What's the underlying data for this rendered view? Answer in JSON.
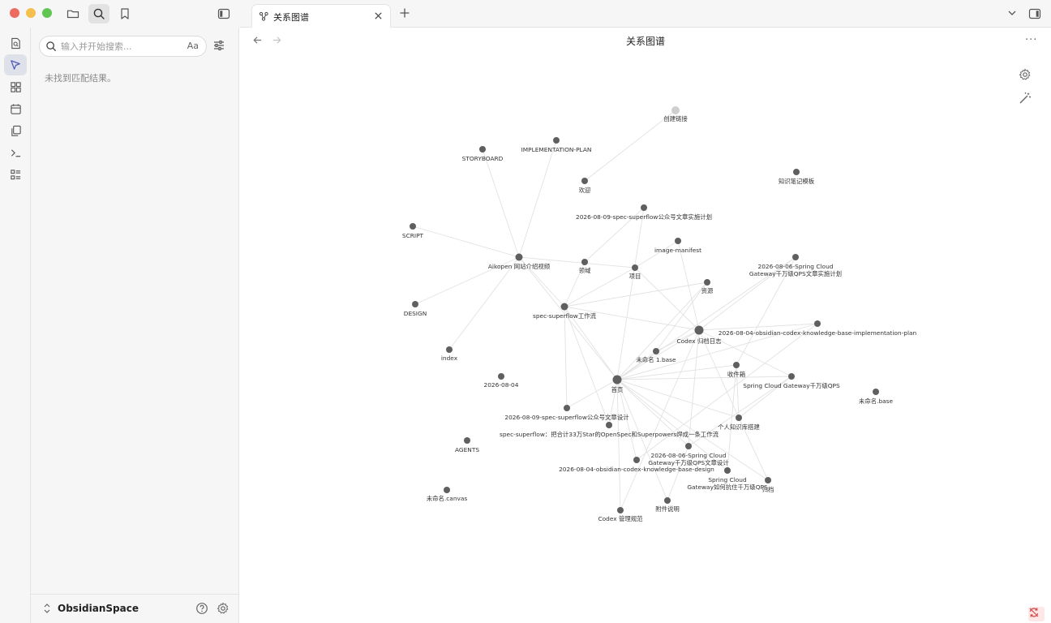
{
  "sidebar_top": {
    "buttons": [
      "folder-icon",
      "search-icon",
      "bookmark-icon"
    ],
    "toggle_icon": "sidebar-toggle-icon"
  },
  "ribbon": {
    "items": [
      "quick-switcher-icon",
      "graph-view-icon",
      "canvas-icon",
      "calendar-icon",
      "templates-icon",
      "terminal-icon",
      "bases-icon"
    ]
  },
  "search": {
    "placeholder": "输入并开始搜索...",
    "value": "",
    "match_case_label": "Aa",
    "no_results": "未找到匹配结果。"
  },
  "vault": {
    "name": "ObsidianSpace"
  },
  "tabs": [
    {
      "label": "关系图谱",
      "active": true
    }
  ],
  "view": {
    "title": "关系图谱",
    "more": "···"
  },
  "graph": {
    "node_color": "#5f5f5f",
    "unresolved_color": "#cfcfcf",
    "edge_color": "#e2e2e2",
    "nodes": [
      {
        "id": "n1",
        "label": "创建链接",
        "unresolved": true
      },
      {
        "id": "n2",
        "label": "STORYBOARD"
      },
      {
        "id": "n3",
        "label": "IMPLEMENTATION-PLAN"
      },
      {
        "id": "n4",
        "label": "欢迎"
      },
      {
        "id": "n5",
        "label": "知识笔记模板"
      },
      {
        "id": "n6",
        "label": "2026-08-09-spec-superflow公众号文章实施计划"
      },
      {
        "id": "n7",
        "label": "SCRIPT"
      },
      {
        "id": "n8",
        "label": "image-manifest"
      },
      {
        "id": "n9",
        "label": "Aikopen 网站介绍视频"
      },
      {
        "id": "n10",
        "label": "领域"
      },
      {
        "id": "n11",
        "label": "项目"
      },
      {
        "id": "n12",
        "label": "2026-08-06-Spring Cloud Gateway千万级QPS文章实施计划"
      },
      {
        "id": "n13",
        "label": "资源"
      },
      {
        "id": "n14",
        "label": "DESIGN"
      },
      {
        "id": "n15",
        "label": "spec-superflow工作流"
      },
      {
        "id": "n16",
        "label": "Codex 归档日志"
      },
      {
        "id": "n17",
        "label": "2026-08-04-obsidian-codex-knowledge-base-implementation-plan"
      },
      {
        "id": "n18",
        "label": "index"
      },
      {
        "id": "n19",
        "label": "未命名 1.base"
      },
      {
        "id": "n20",
        "label": "收件箱"
      },
      {
        "id": "n21",
        "label": "2026-08-04"
      },
      {
        "id": "n22",
        "label": "首页"
      },
      {
        "id": "n23",
        "label": "Spring Cloud Gateway千万级QPS"
      },
      {
        "id": "n24",
        "label": "未命名.base"
      },
      {
        "id": "n25",
        "label": "2026-08-09-spec-superflow公众号文章设计"
      },
      {
        "id": "n26",
        "label": "个人知识库搭建"
      },
      {
        "id": "n27",
        "label": "spec-superflow：把合计33万Star的OpenSpec和Superpowers焊成一条工作流"
      },
      {
        "id": "n28",
        "label": "AGENTS"
      },
      {
        "id": "n29",
        "label": "2026-08-06-Spring Cloud Gateway千万级QPS文章设计"
      },
      {
        "id": "n30",
        "label": "2026-08-04-obsidian-codex-knowledge-base-design"
      },
      {
        "id": "n31",
        "label": "Spring Cloud Gateway如何抗住千万级QPS"
      },
      {
        "id": "n32",
        "label": "归档"
      },
      {
        "id": "n33",
        "label": "未命名.canvas"
      },
      {
        "id": "n34",
        "label": "附件说明"
      },
      {
        "id": "n35",
        "label": "Codex 管理规范"
      }
    ],
    "edges": [
      [
        "n1",
        "n4"
      ],
      [
        "n2",
        "n9"
      ],
      [
        "n3",
        "n9"
      ],
      [
        "n7",
        "n9"
      ],
      [
        "n14",
        "n9"
      ],
      [
        "n18",
        "n9"
      ],
      [
        "n9",
        "n11"
      ],
      [
        "n9",
        "n15"
      ],
      [
        "n10",
        "n15"
      ],
      [
        "n10",
        "n6"
      ],
      [
        "n11",
        "n8"
      ],
      [
        "n11",
        "n15"
      ],
      [
        "n11",
        "n16"
      ],
      [
        "n13",
        "n15"
      ],
      [
        "n13",
        "n22"
      ],
      [
        "n15",
        "n16"
      ],
      [
        "n15",
        "n22"
      ],
      [
        "n15",
        "n25"
      ],
      [
        "n15",
        "n27"
      ],
      [
        "n16",
        "n8"
      ],
      [
        "n16",
        "n19"
      ],
      [
        "n16",
        "n22"
      ],
      [
        "n16",
        "n26"
      ],
      [
        "n16",
        "n29"
      ],
      [
        "n16",
        "n35"
      ],
      [
        "n16",
        "n12"
      ],
      [
        "n16",
        "n17"
      ],
      [
        "n16",
        "n23"
      ],
      [
        "n22",
        "n19"
      ],
      [
        "n22",
        "n20"
      ],
      [
        "n22",
        "n23"
      ],
      [
        "n22",
        "n25"
      ],
      [
        "n22",
        "n26"
      ],
      [
        "n22",
        "n27"
      ],
      [
        "n22",
        "n29"
      ],
      [
        "n22",
        "n30"
      ],
      [
        "n22",
        "n31"
      ],
      [
        "n22",
        "n32"
      ],
      [
        "n22",
        "n35"
      ],
      [
        "n22",
        "n12"
      ],
      [
        "n22",
        "n17"
      ],
      [
        "n22",
        "n9"
      ],
      [
        "n22",
        "n6"
      ],
      [
        "n20",
        "n26"
      ],
      [
        "n20",
        "n31"
      ],
      [
        "n23",
        "n29"
      ],
      [
        "n23",
        "n26"
      ],
      [
        "n12",
        "n20"
      ],
      [
        "n17",
        "n30"
      ],
      [
        "n26",
        "n32"
      ],
      [
        "n34",
        "n29"
      ],
      [
        "n34",
        "n22"
      ],
      [
        "n13",
        "n19"
      ]
    ]
  },
  "graph_controls": {
    "settings_icon": "gear-icon",
    "animate_icon": "magic-wand-icon",
    "corner_icon": "sync-error-icon"
  }
}
